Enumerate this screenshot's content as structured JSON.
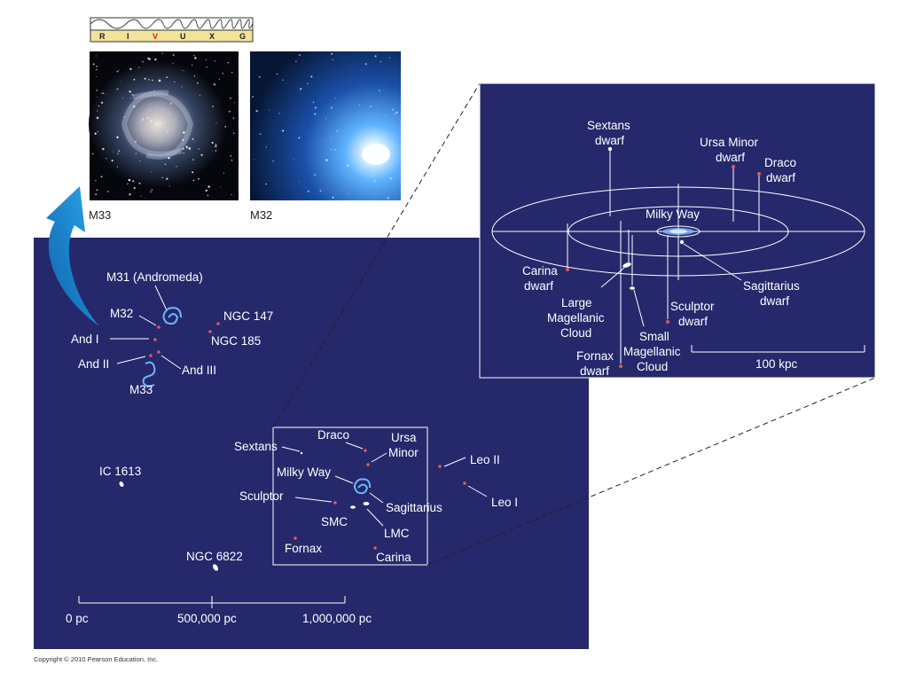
{
  "colors": {
    "navy": "#25286b",
    "red_dot": "#e05a5a",
    "arrow_blue": "#1a8fd8",
    "band_bg": "#f3e39a"
  },
  "spectrum": {
    "bands": [
      "R",
      "I",
      "V",
      "U",
      "X",
      "G"
    ],
    "active": "V"
  },
  "photos": {
    "m33_caption": "M33",
    "m32_caption": "M32"
  },
  "local_group": {
    "galaxies": {
      "m31": "M31 (Andromeda)",
      "m32": "M32",
      "and1": "And I",
      "and2": "And II",
      "and3": "And III",
      "m33": "M33",
      "ngc147": "NGC 147",
      "ngc185": "NGC 185",
      "ic1613": "IC 1613",
      "ngc6822": "NGC 6822",
      "leo2": "Leo II",
      "leo1": "Leo I"
    },
    "box": {
      "sextans": "Sextans",
      "draco": "Draco",
      "ursa_minor_1": "Ursa",
      "ursa_minor_2": "Minor",
      "milky_way": "Milky Way",
      "sculptor": "Sculptor",
      "sagittarius": "Sagittarius",
      "smc": "SMC",
      "lmc": "LMC",
      "fornax": "Fornax",
      "carina": "Carina"
    },
    "scale": {
      "tick0": "0 pc",
      "tick1": "500,000 pc",
      "tick2": "1,000,000 pc"
    }
  },
  "inset": {
    "sextans_1": "Sextans",
    "sextans_2": "dwarf",
    "ursa_minor_1": "Ursa Minor",
    "ursa_minor_2": "dwarf",
    "draco_1": "Draco",
    "draco_2": "dwarf",
    "milky_way": "Milky Way",
    "carina_1": "Carina",
    "carina_2": "dwarf",
    "lmc_1": "Large",
    "lmc_2": "Magellanic",
    "lmc_3": "Cloud",
    "sagittarius_1": "Sagittarius",
    "sagittarius_2": "dwarf",
    "sculptor_1": "Sculptor",
    "sculptor_2": "dwarf",
    "smc_1": "Small",
    "smc_2": "Magellanic",
    "smc_3": "Cloud",
    "fornax_1": "Fornax",
    "fornax_2": "dwarf",
    "scale": "100 kpc"
  },
  "copyright": "Copyright © 2010 Pearson Education, Inc."
}
